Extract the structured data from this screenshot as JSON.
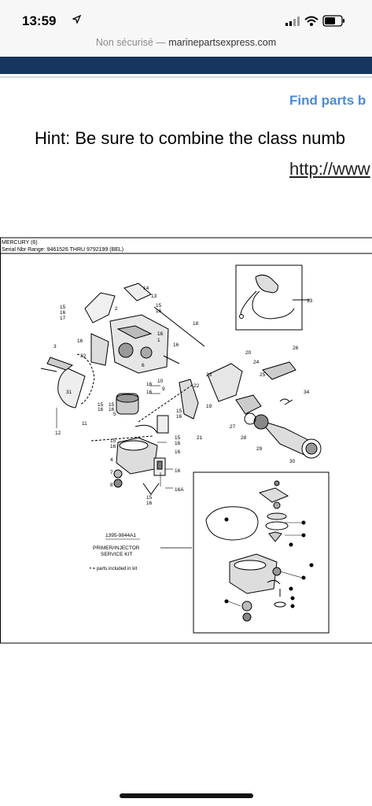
{
  "status_bar": {
    "time": "13:59",
    "location_icon": "location-arrow-icon",
    "signal_icon": "cellular-signal-icon",
    "wifi_icon": "wifi-icon",
    "battery_icon": "battery-icon"
  },
  "browser": {
    "security_label": "Non sécurisé — ",
    "domain": "marinepartsexpress.com"
  },
  "page": {
    "find_parts": "Find parts b",
    "hint": "Hint: Be sure to combine the class numb",
    "link": "http://www"
  },
  "diagram": {
    "header_line1": "MERCURY (6)",
    "header_line2": "Serial Nbr Range: 9461526 THRU 9792199 (BEL)",
    "kit_number": "1395-9844A1",
    "kit_title_1": "PRIMER/INJECTOR",
    "kit_title_2": "SERVICE KIT",
    "kit_note": "• = parts included in kit",
    "callouts": {
      "c1": "1",
      "c2": "2",
      "c3": "3",
      "c4": "4",
      "c5": "5",
      "c6": "6",
      "c7": "7",
      "c8": "8",
      "c9": "9",
      "c10": "10",
      "c11": "11",
      "c12": "12",
      "c13": "13",
      "c14": "14",
      "c15": "15",
      "c16": "16",
      "c17": "17",
      "c18": "18",
      "c19": "19",
      "c20": "20",
      "c21": "21",
      "c22": "22",
      "c23": "23",
      "c24": "24",
      "c25": "25",
      "c26": "26",
      "c27": "27",
      "c28": "28",
      "c29": "29",
      "c30": "30",
      "c31": "31",
      "c32": "32",
      "c33": "33",
      "c34": "34",
      "c16a": "16A"
    }
  },
  "colors": {
    "nav_band": "#17365f",
    "find_parts": "#4a8ad8",
    "status_bg": "#f7f7f7"
  }
}
